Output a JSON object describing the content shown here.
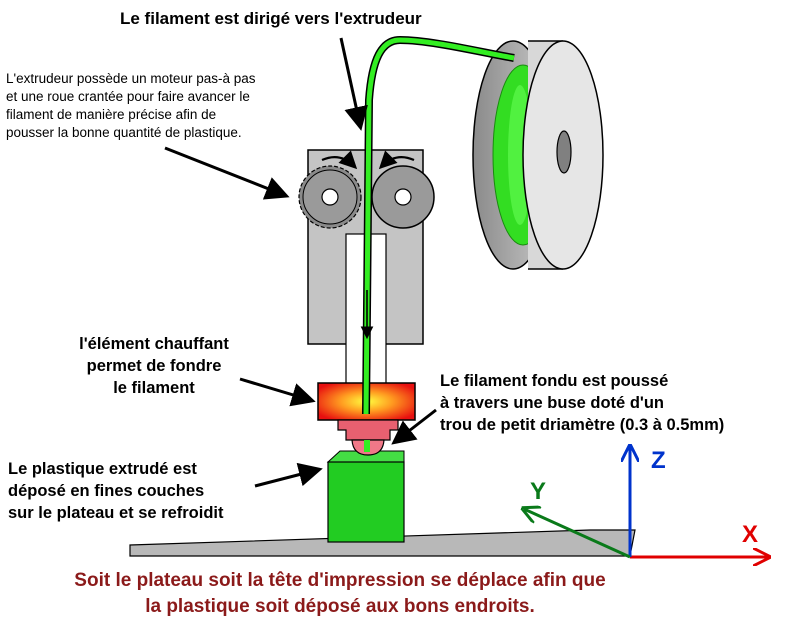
{
  "labels": {
    "title": "Le filament est dirigé vers l'extrudeur",
    "extruder": [
      "L'extrudeur possède un moteur pas-à pas",
      "et une roue crantée pour faire avancer le",
      "filament de manière précise afin de",
      "pousser la bonne quantité de plastique."
    ],
    "heater": [
      "l'élément chauffant",
      "permet de fondre",
      "le filament"
    ],
    "nozzle": [
      "Le filament fondu est poussé",
      "à travers une buse doté d'un",
      "trou de petit driamètre (0.3 à 0.5mm)"
    ],
    "plastic": [
      "Le plastique extrudé est",
      "déposé en fines couches",
      "sur le plateau  et se refroidit"
    ],
    "footer": [
      "Soit le plateau soit la tête d'impression se déplace afin que",
      "la plastique soit déposé aux bons endroits."
    ]
  },
  "axes": {
    "x": "X",
    "y": "Y",
    "z": "Z"
  },
  "colors": {
    "filament": "#33ee22",
    "axis_x": "#e00000",
    "axis_y": "#0a7a1a",
    "axis_z": "#0033cc",
    "footer_text": "#8b1a1a",
    "body_gray": "#c4c4c4",
    "print_block": "#22cc22"
  }
}
